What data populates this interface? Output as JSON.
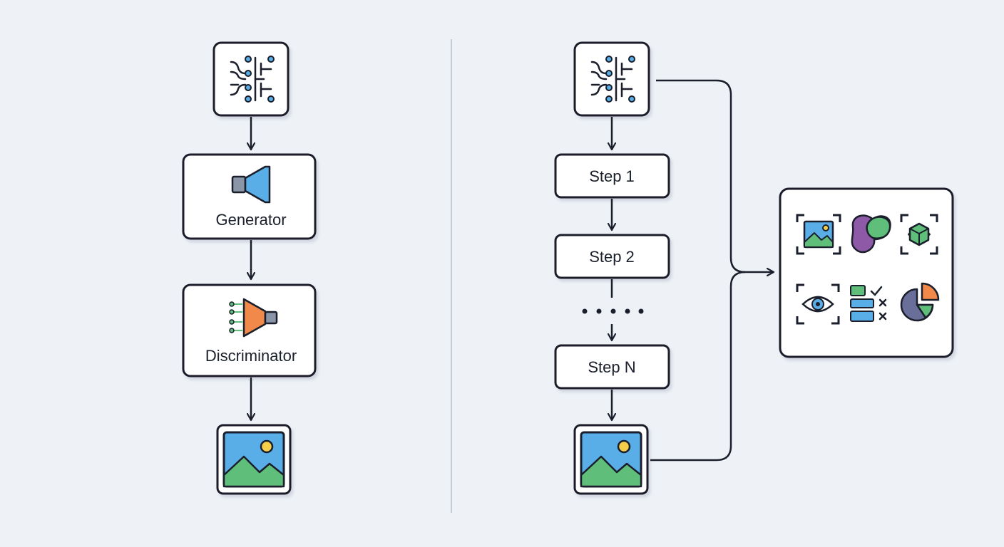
{
  "left_flow": {
    "generator_label": "Generator",
    "discriminator_label": "Discriminator"
  },
  "right_flow": {
    "steps": [
      "Step 1",
      "Step 2",
      "Step N"
    ]
  },
  "colors": {
    "background": "#eef2f7",
    "stroke": "#1a1f2b",
    "box_fill": "#ffffff",
    "blue": "#5aaee8",
    "green": "#5fbf7a",
    "orange": "#f0894a",
    "purple": "#8e5aa8",
    "yellow": "#f5cf4a",
    "slate": "#6a6f99",
    "divider": "#b8c0cc"
  },
  "icons": {
    "noise_source": "neural-circuit-icon",
    "generator": "speaker-funnel-icon",
    "discriminator": "funnel-classifier-icon",
    "output_image": "landscape-image-icon",
    "task_grid": [
      "image-detection-icon",
      "segmentation-blob-icon",
      "3d-object-icon",
      "eye-recognition-icon",
      "classification-checklist-icon",
      "pie-chart-icon"
    ]
  }
}
